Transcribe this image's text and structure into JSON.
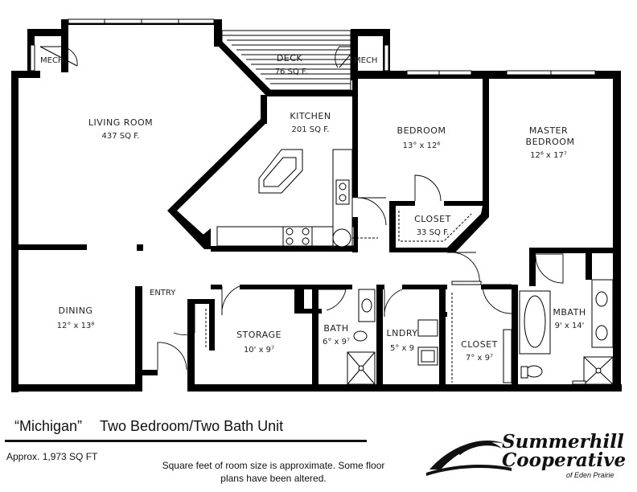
{
  "rooms": {
    "mech_left": {
      "name": "MECH"
    },
    "mech_right": {
      "name": "MECH"
    },
    "deck": {
      "name": "DECK",
      "size": "76 SQ F."
    },
    "living": {
      "name": "LIVING ROOM",
      "size": "437 SQ F."
    },
    "kitchen": {
      "name": "KITCHEN",
      "size": "201 SQ F."
    },
    "bedroom": {
      "name": "BEDROOM",
      "size": "13° x 12⁶"
    },
    "master": {
      "name1": "MASTER",
      "name2": "BEDROOM",
      "size": "12⁶ x 17⁷"
    },
    "closet_small": {
      "name": "CLOSET",
      "size": "33 SQ F."
    },
    "dining": {
      "name": "DINING",
      "size": "12° x 13⁸"
    },
    "entry": {
      "name": "ENTRY"
    },
    "storage": {
      "name": "STORAGE",
      "size": "10' x 9⁷"
    },
    "bath": {
      "name": "BATH",
      "size": "6° x 9⁷"
    },
    "laundry": {
      "name": "LNDRY",
      "size": "5° x 9"
    },
    "closet_large": {
      "name": "CLOSET",
      "size": "7° x 9⁷"
    },
    "mbath": {
      "name": "MBATH",
      "size": "9' x 14'"
    }
  },
  "footer": {
    "model": "“Michigan”",
    "unit_type": "Two Bedroom/Two Bath Unit",
    "approx_area": "Approx. 1,973 SQ FT",
    "note": "Square feet of room size is approximate. Some floor plans have been altered."
  },
  "logo": {
    "line1": "Summerhill",
    "line2": "Cooperative",
    "line3": "of Eden Prairie"
  }
}
